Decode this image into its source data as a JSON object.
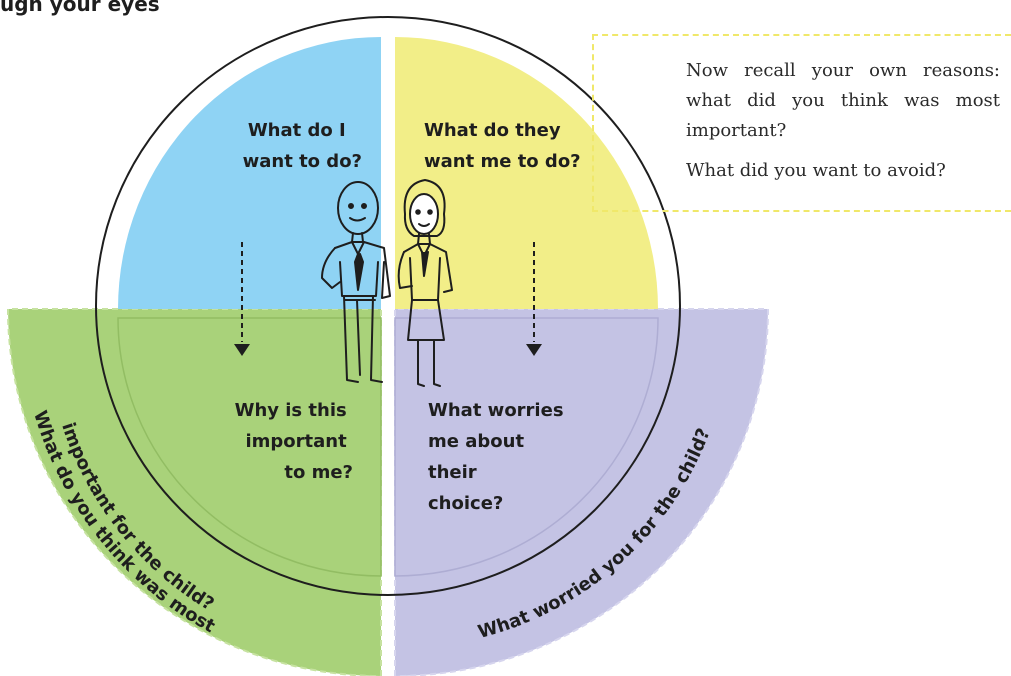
{
  "heading": "ugh your eyes",
  "note": {
    "paragraph1": "Now recall your own reasons: what did you think was most important?",
    "paragraph2": "What did you want to avoid?"
  },
  "quadrants": {
    "top_left": [
      "What do I",
      "want to do?"
    ],
    "top_right": [
      "What do they",
      "want me to do?"
    ],
    "bottom_left": [
      "Why is this",
      "important",
      "to me?"
    ],
    "bottom_right": [
      "What worries",
      "me about",
      "their",
      "choice?"
    ]
  },
  "outer_ring": {
    "left": [
      "What do you think was most",
      "important for the child?"
    ],
    "right": "What worried you for the child?"
  },
  "colors": {
    "blue": "#8fd3f4",
    "yellow": "#f2ee88",
    "green": "#a9d27a",
    "lavender": "#c4c3e4",
    "dashed_yellow": "#f0e86a",
    "outline": "#1e1e1e"
  },
  "illustration": "man-and-woman-figures"
}
